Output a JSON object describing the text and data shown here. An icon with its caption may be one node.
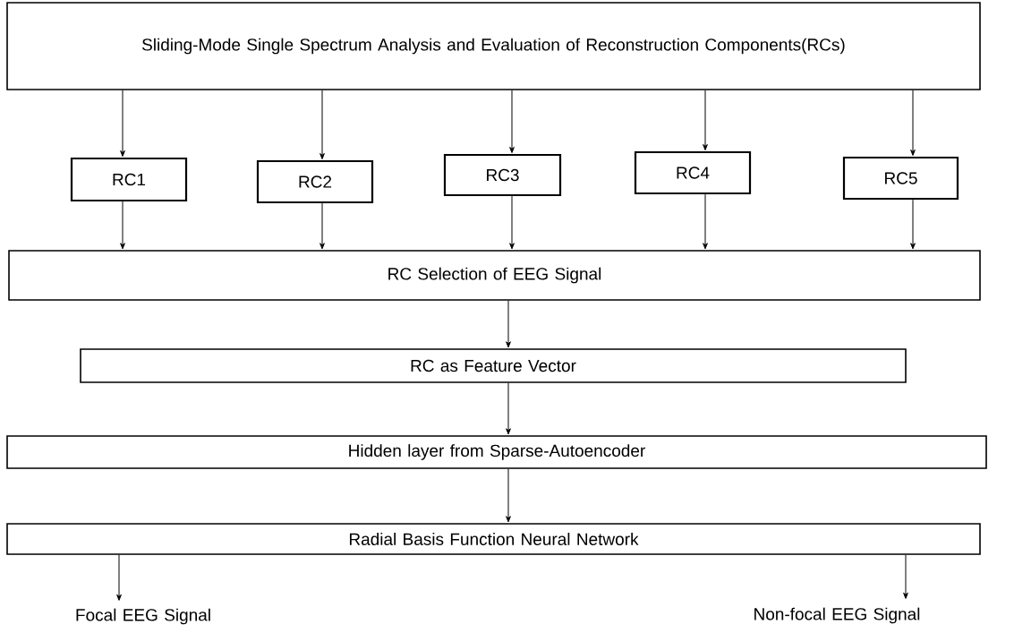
{
  "diagram": {
    "nodes": [
      {
        "text": [
          "Sliding-Mode Single Spectrum Analysis and Evaluation of Reconstruction Components(RCs)"
        ]
      },
      {
        "text": [
          "RC1"
        ]
      },
      {
        "text": [
          "RC2"
        ]
      },
      {
        "text": [
          "RC3"
        ]
      },
      {
        "text": [
          "RC4"
        ]
      },
      {
        "text": [
          "RC5"
        ]
      },
      {
        "text": [
          "RC Selection of EEG Signal"
        ]
      },
      {
        "text": [
          "RC as Feature Vector"
        ]
      },
      {
        "text": [
          "Hidden layer from Sparse-Autoencoder"
        ]
      },
      {
        "text": [
          "Radial Basis Function Neural Network"
        ]
      },
      {
        "text": [
          "Focal EEG Signal"
        ]
      },
      {
        "text": [
          "Non-focal EEG Signal"
        ]
      }
    ],
    "edges": [
      {
        "from": 0,
        "to": 1,
        "arrow": "to"
      },
      {
        "from": 0,
        "to": 2,
        "arrow": "to"
      },
      {
        "from": 0,
        "to": 3,
        "arrow": "to"
      },
      {
        "from": 0,
        "to": 4,
        "arrow": "to"
      },
      {
        "from": 0,
        "to": 5,
        "arrow": "to"
      },
      {
        "from": 1,
        "to": 6,
        "arrow": "to"
      },
      {
        "from": 2,
        "to": 6,
        "arrow": "to"
      },
      {
        "from": 3,
        "to": 6,
        "arrow": "to"
      },
      {
        "from": 4,
        "to": 6,
        "arrow": "to"
      },
      {
        "from": 5,
        "to": 6,
        "arrow": "to"
      },
      {
        "from": 6,
        "to": 7,
        "arrow": "to"
      },
      {
        "from": 7,
        "to": 8,
        "arrow": "to"
      },
      {
        "from": 8,
        "to": 9,
        "arrow": "to"
      },
      {
        "from": 9,
        "to": 10,
        "arrow": "to"
      },
      {
        "from": 9,
        "to": 11,
        "arrow": "to"
      }
    ]
  }
}
